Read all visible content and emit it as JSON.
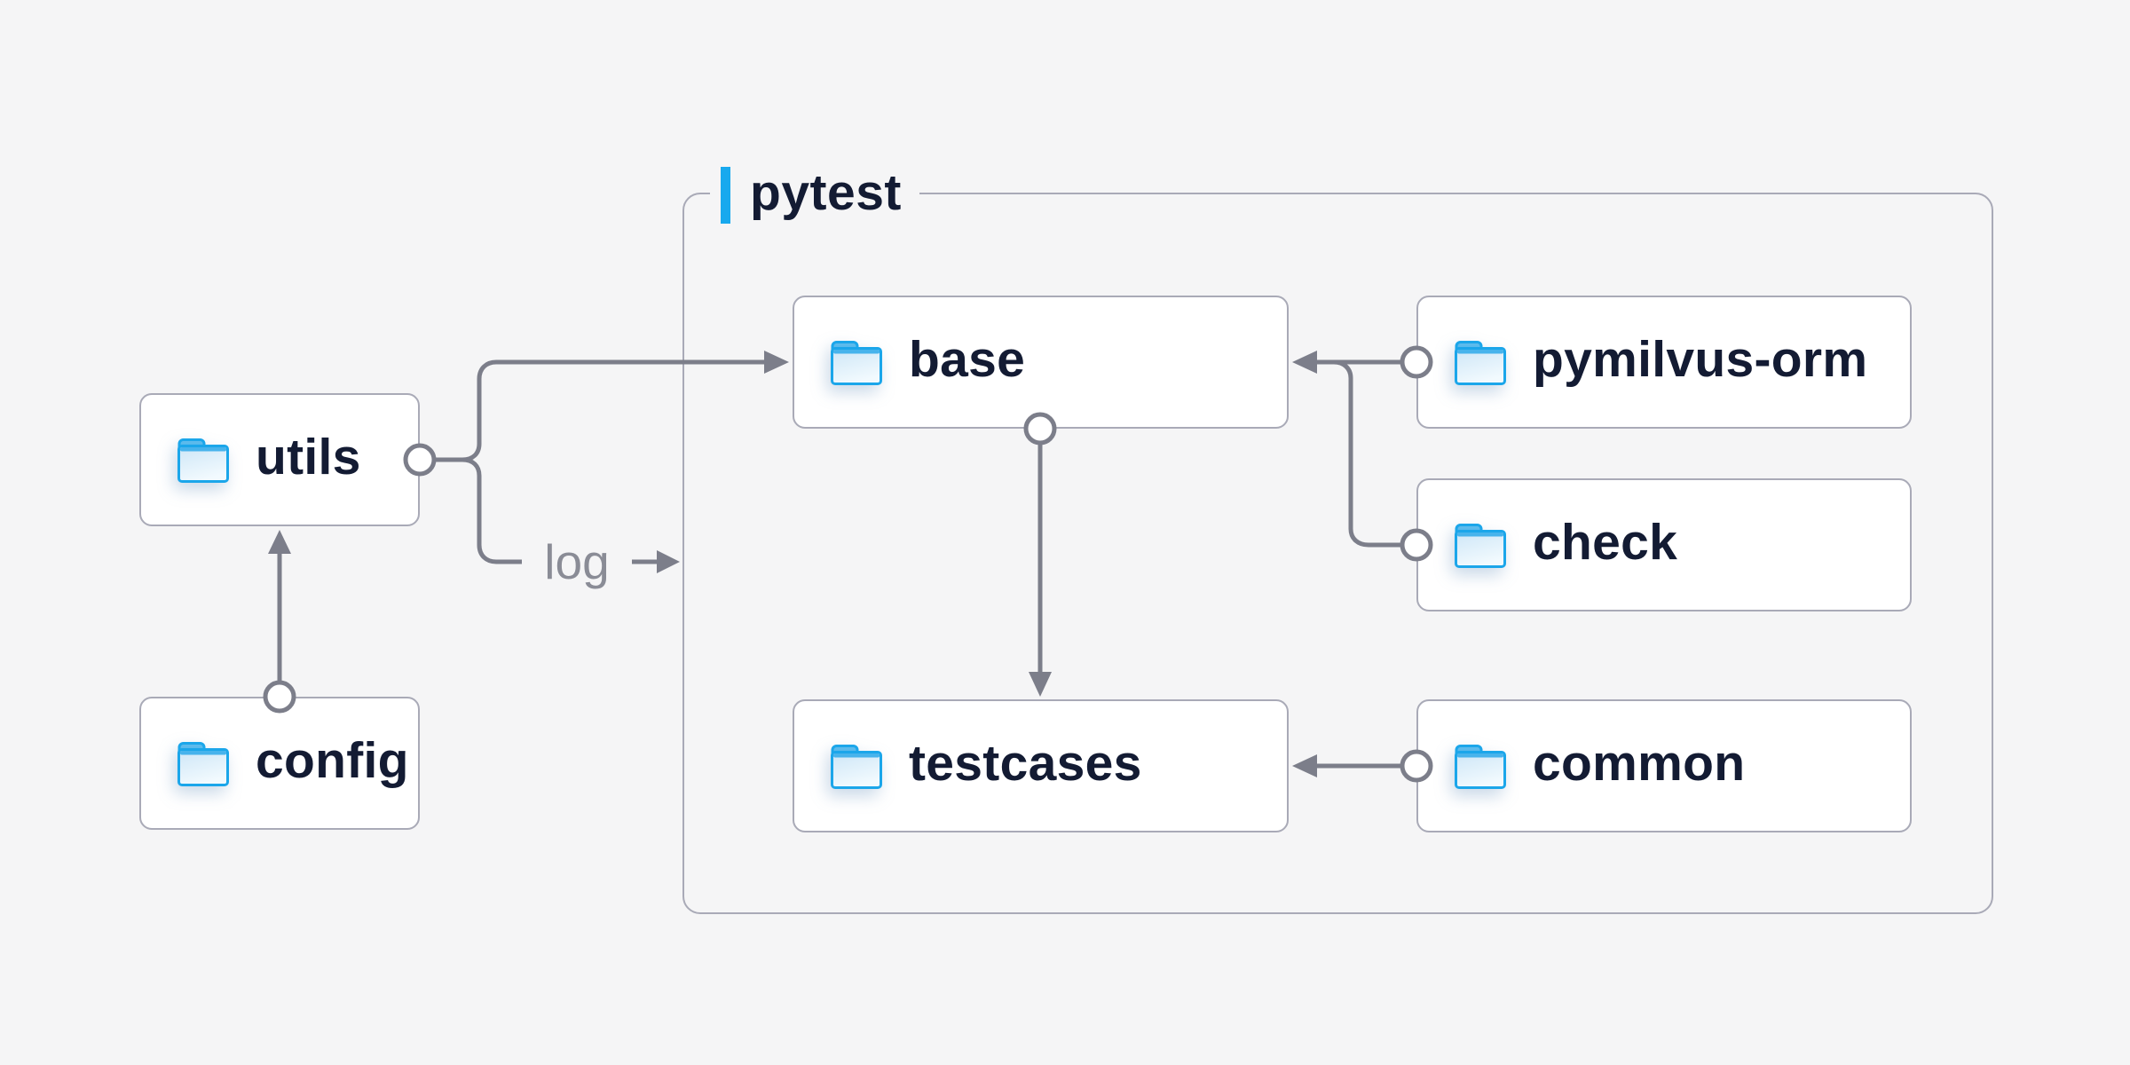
{
  "diagram": {
    "group": {
      "label": "pytest"
    },
    "edge_label": "log",
    "nodes": [
      {
        "id": "utils",
        "label": "utils"
      },
      {
        "id": "config",
        "label": "config"
      },
      {
        "id": "base",
        "label": "base"
      },
      {
        "id": "pymilvus-orm",
        "label": "pymilvus-orm"
      },
      {
        "id": "check",
        "label": "check"
      },
      {
        "id": "testcases",
        "label": "testcases"
      },
      {
        "id": "common",
        "label": "common"
      }
    ],
    "edges": [
      {
        "from": "config",
        "to": "utils",
        "label": ""
      },
      {
        "from": "utils",
        "to": "base",
        "label": ""
      },
      {
        "from": "utils",
        "to": "pytest-group",
        "label": "log"
      },
      {
        "from": "base",
        "to": "testcases",
        "label": ""
      },
      {
        "from": "pymilvus-orm",
        "to": "base",
        "label": ""
      },
      {
        "from": "check",
        "to": "base",
        "label": ""
      },
      {
        "from": "common",
        "to": "testcases",
        "label": ""
      }
    ],
    "icons": [
      {
        "name": "folder-icon",
        "color": "#1ba6ea"
      }
    ],
    "colors": {
      "background": "#f5f5f6",
      "node_fill": "#ffffff",
      "node_border": "#a9aab7",
      "connector": "#7c7e8a",
      "accent_blue": "#18a9ee",
      "folder_blue": "#1ba6ea",
      "text_dark": "#131b33",
      "edge_label_gray": "#8a8c96"
    }
  }
}
